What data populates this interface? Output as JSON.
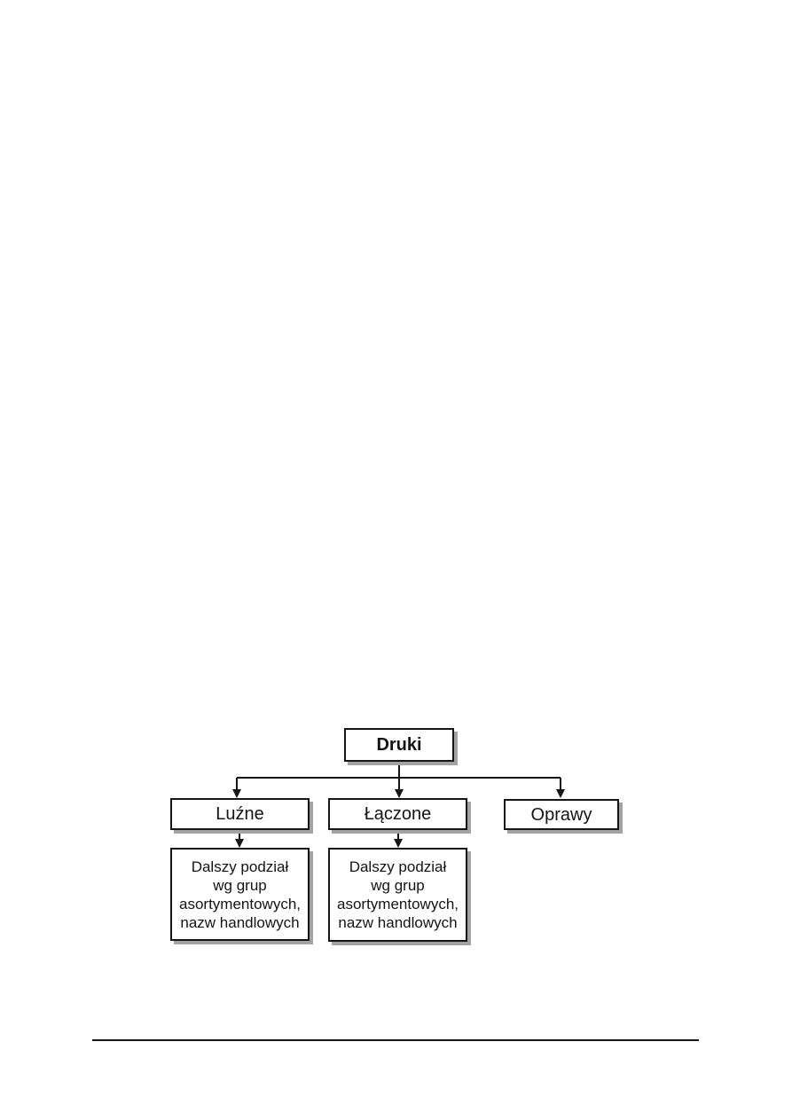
{
  "colors": {
    "page_background": "#ffffff",
    "box_border": "#151515",
    "box_fill": "#ffffff",
    "box_shadow": "#a3a3a3",
    "connector": "#151515",
    "text": "#141414"
  },
  "diagram": {
    "root": {
      "label": "Druki"
    },
    "level2": [
      {
        "label": "Luźne"
      },
      {
        "label": "Łączone"
      },
      {
        "label": "Oprawy"
      }
    ],
    "level3": [
      {
        "text": "Dalszy podział\nwg grup\nasortymentowych,\nnazw handlowych"
      },
      {
        "text": "Dalszy podział\nwg grup\nasortymentowych,\nnazw handlowych"
      }
    ]
  }
}
